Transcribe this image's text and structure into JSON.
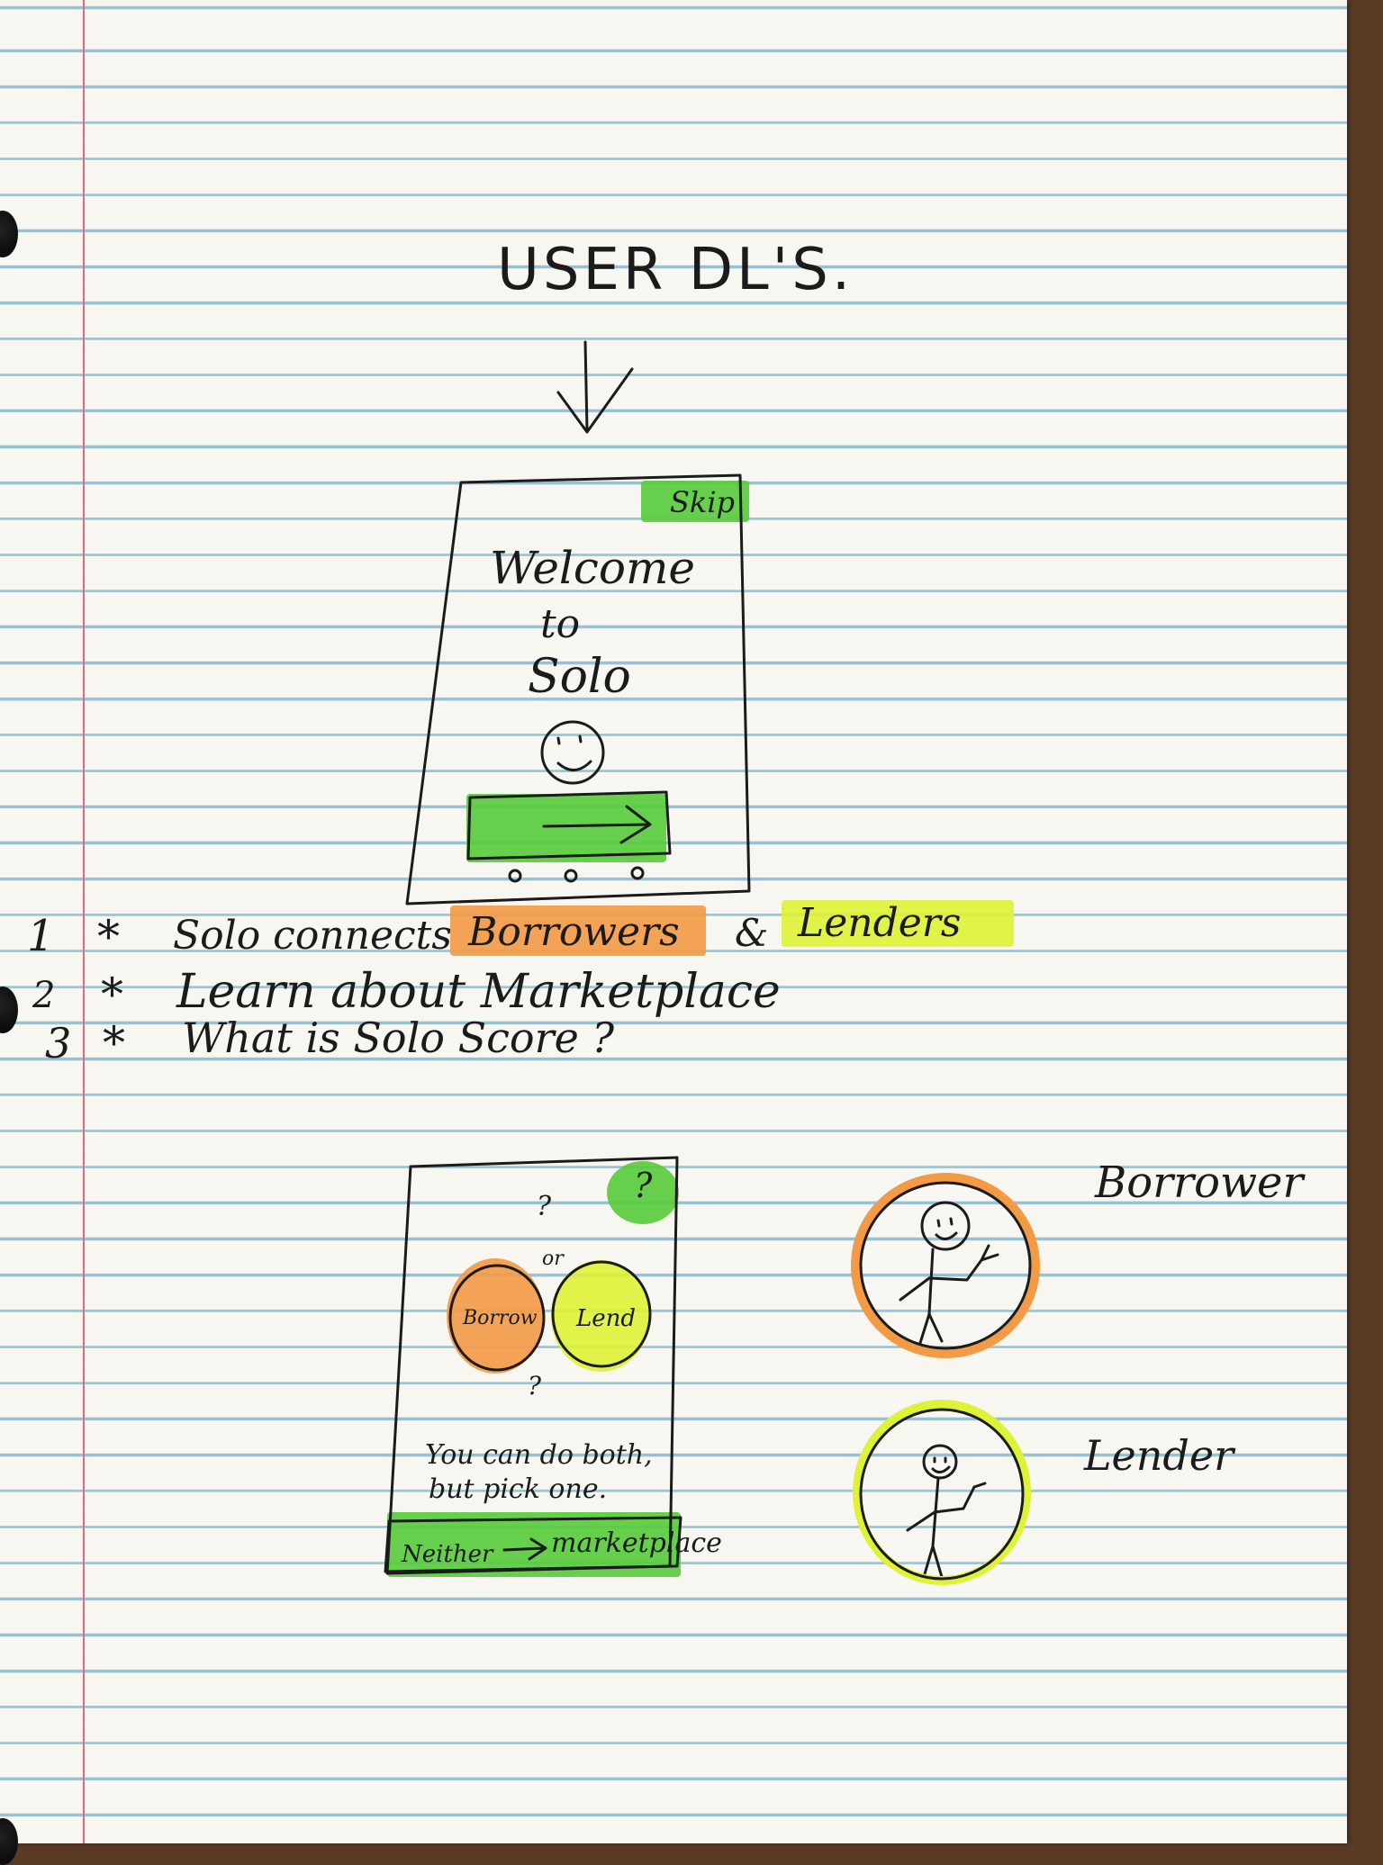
{
  "header": {
    "title": "USER DL'S."
  },
  "welcome_screen": {
    "skip_label": "Skip",
    "title_lines": [
      "Welcome",
      "to",
      "Solo"
    ],
    "next_arrow_icon": "right-arrow-icon",
    "pagination_dots": 3
  },
  "steps": [
    {
      "number": "1",
      "marker": "*",
      "text": "Solo connects",
      "highlight1": "Borrowers",
      "join": "&",
      "highlight2": "Lenders"
    },
    {
      "number": "2",
      "marker": "*",
      "text": "Learn about Marketplace"
    },
    {
      "number": "3",
      "marker": "*",
      "text": "What is Solo Score ?"
    }
  ],
  "choice_screen": {
    "help_label": "?",
    "question_marks": [
      "?",
      "?"
    ],
    "or_label": "or",
    "borrow_label": "Borrow",
    "lend_label": "Lend",
    "caption_lines": [
      "You can do both,",
      "but pick one."
    ],
    "bottom_button": {
      "left": "Neither",
      "right": "marketplace"
    }
  },
  "personas": [
    {
      "label": "Borrower"
    },
    {
      "label": "Lender"
    }
  ],
  "colors": {
    "green": "#55cc3a",
    "orange": "#f39a45",
    "yellow": "#def236",
    "ink": "#1b1b1b"
  }
}
